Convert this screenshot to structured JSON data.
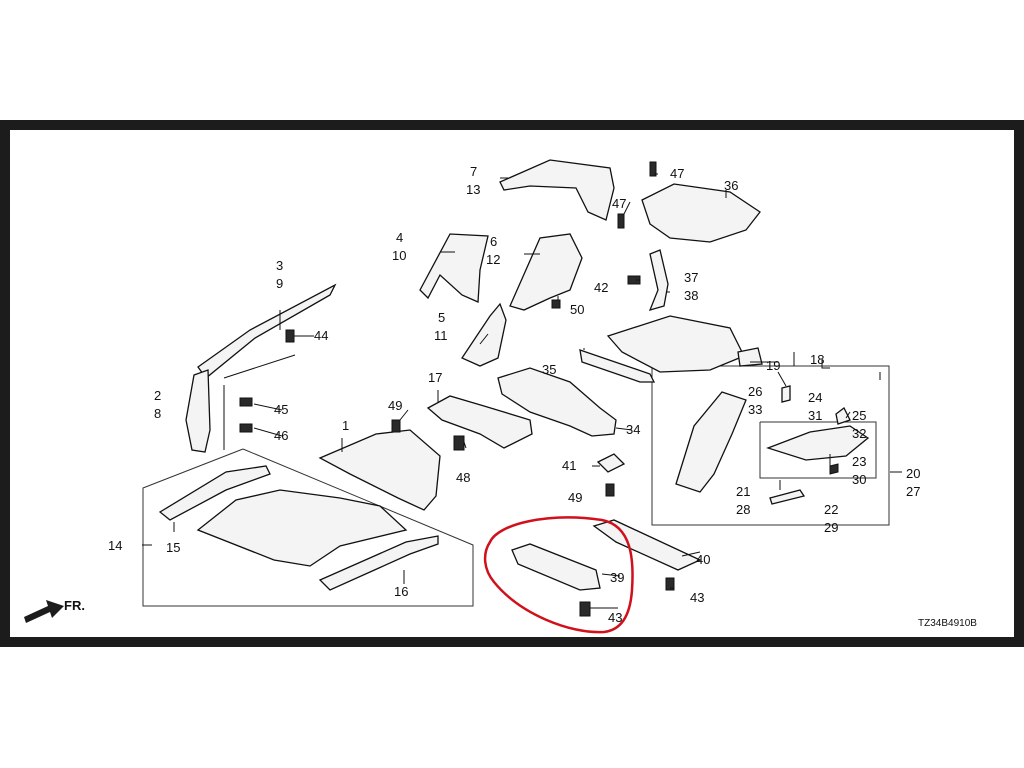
{
  "diagram": {
    "code": "TZ34B4910B",
    "front_label": "FR.",
    "highlight_color": "#d0101a",
    "callouts": {
      "c1": "1",
      "c2": "2",
      "c8": "8",
      "c3": "3",
      "c9": "9",
      "c4": "4",
      "c10": "10",
      "c5": "5",
      "c11": "11",
      "c6": "6",
      "c12": "12",
      "c7": "7",
      "c13": "13",
      "c14": "14",
      "c15": "15",
      "c16": "16",
      "c17": "17",
      "c18": "18",
      "c19": "19",
      "c20": "20",
      "c27": "27",
      "c21": "21",
      "c28": "28",
      "c22": "22",
      "c29": "29",
      "c23": "23",
      "c30": "30",
      "c24": "24",
      "c31": "31",
      "c25": "25",
      "c32": "32",
      "c26": "26",
      "c33": "33",
      "c34": "34",
      "c35": "35",
      "c36": "36",
      "c37": "37",
      "c38": "38",
      "c39": "39",
      "c40": "40",
      "c41": "41",
      "c42": "42",
      "c43a": "43",
      "c43b": "43",
      "c44": "44",
      "c45": "45",
      "c46": "46",
      "c47a": "47",
      "c47b": "47",
      "c48": "48",
      "c49a": "49",
      "c49b": "49",
      "c50": "50"
    }
  }
}
